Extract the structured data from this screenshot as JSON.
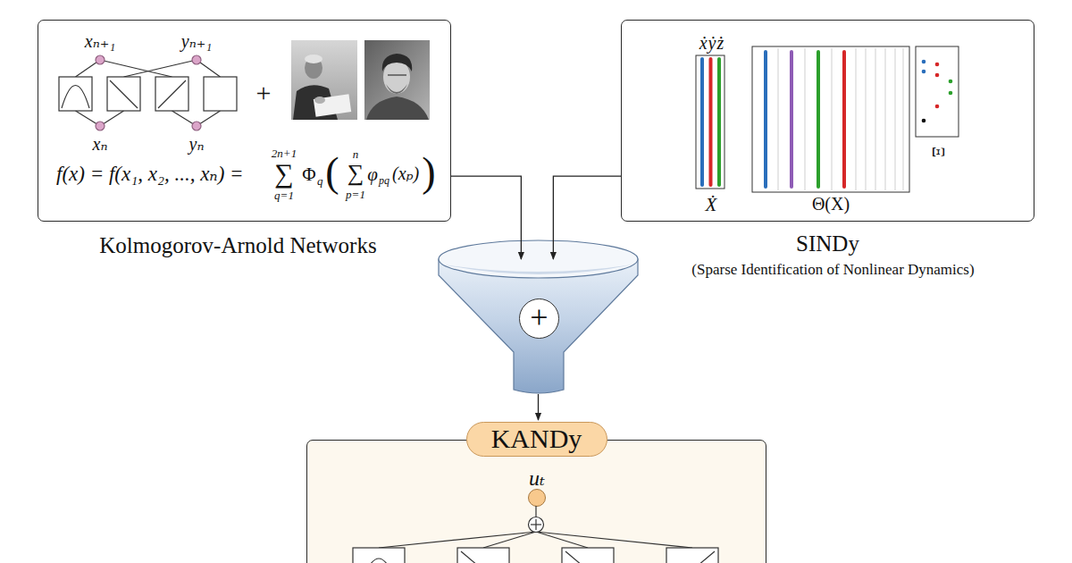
{
  "diagram": {
    "nodes": [
      {
        "text": [
          "Kolmogorov-Arnold Networks"
        ]
      },
      {
        "text": [
          "SINDy",
          "(Sparse Identification of Nonlinear Dynamics)"
        ]
      },
      {
        "text": [
          "+"
        ]
      },
      {
        "text": [
          "KANDy"
        ]
      },
      {
        "text": [
          "uₜ"
        ],
        "in": 3
      }
    ],
    "edges": [
      {
        "from": 0,
        "to": 2,
        "arrow": "to"
      },
      {
        "from": 1,
        "to": 2,
        "arrow": "to"
      },
      {
        "from": 2,
        "to": 3,
        "arrow": "to"
      }
    ],
    "labels": [
      "xₙ₊₁",
      "yₙ₊₁",
      "+",
      "xₙ",
      "yₙ",
      "f(x) = f(x₁, x₂, ..., xₙ) =",
      "2n+1",
      "∑",
      "q=1",
      "Φ",
      "q",
      "(",
      "n",
      "∑",
      "p=1",
      "φ",
      "pq",
      "(xₚ)",
      ")",
      "ẋẏż",
      "Ẋ",
      "Θ(X)",
      "Ξ"
    ]
  }
}
